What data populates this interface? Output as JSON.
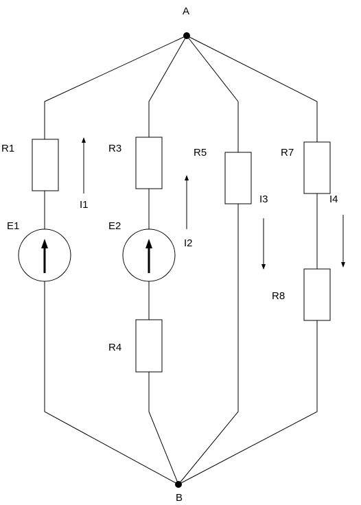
{
  "nodes": {
    "top": {
      "label": "A"
    },
    "bottom": {
      "label": "B"
    }
  },
  "resistors": {
    "r1": "R1",
    "r3": "R3",
    "r4": "R4",
    "r5": "R5",
    "r7": "R7",
    "r8": "R8"
  },
  "sources": {
    "e1": "E1",
    "e2": "E2"
  },
  "currents": {
    "i1": "I1",
    "i2": "I2",
    "i3": "I3",
    "i4": "I4"
  },
  "colors": {
    "line": "#000000",
    "background": "#ffffff"
  }
}
